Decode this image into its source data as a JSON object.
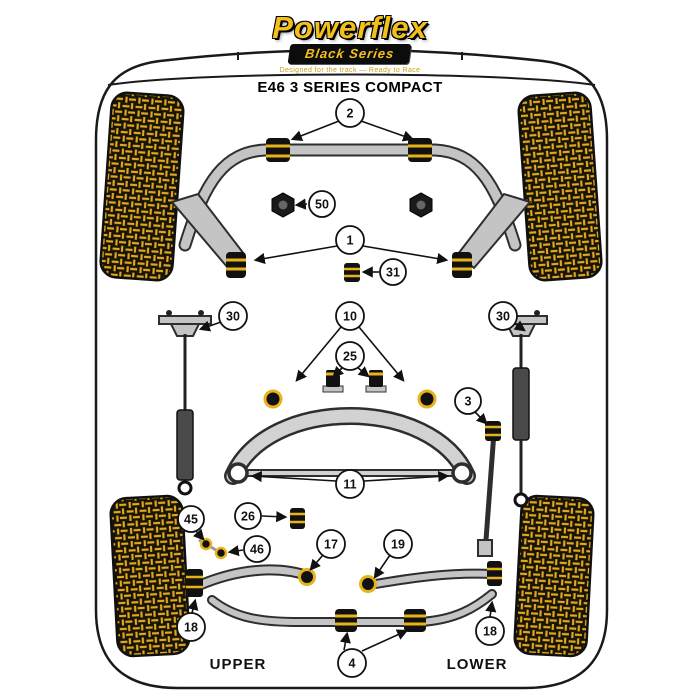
{
  "header": {
    "brand": "Powerflex",
    "series": "Black Series",
    "tagline": "Designed for the track — Ready to Race",
    "model": "E46 3 SERIES COMPACT"
  },
  "footer": {
    "upper": "UPPER",
    "lower": "LOWER"
  },
  "callouts": {
    "c2": "2",
    "c50": "50",
    "c1": "1",
    "c31": "31",
    "c30a": "30",
    "c30b": "30",
    "c10": "10",
    "c25": "25",
    "c3": "3",
    "c11": "11",
    "c45": "45",
    "c26": "26",
    "c46": "46",
    "c17": "17",
    "c19": "19",
    "c18a": "18",
    "c18b": "18",
    "c4": "4"
  },
  "colors": {
    "accent_gold": "#f3c01b",
    "bushing_stripe": "#e8b31a",
    "banner_black": "#0c0c0c",
    "outline": "#1a1a1a",
    "metal_gray": "#c4c4c4",
    "shock_body": "#4a4a4a",
    "tire_base": "#181407",
    "tire_tread": "#e0a81c"
  }
}
